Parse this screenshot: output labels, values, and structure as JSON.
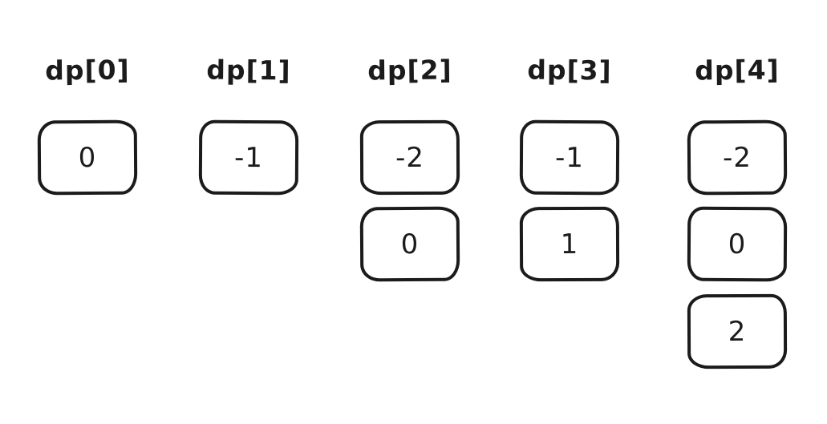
{
  "diagram": {
    "type": "dp-array-state",
    "colors": {
      "ink": "#1b1b1b",
      "background": "#ffffff"
    }
  },
  "columns": [
    {
      "label": "dp[0]",
      "values": [
        "0"
      ]
    },
    {
      "label": "dp[1]",
      "values": [
        "-1"
      ]
    },
    {
      "label": "dp[2]",
      "values": [
        "-2",
        "0"
      ]
    },
    {
      "label": "dp[3]",
      "values": [
        "-1",
        "1"
      ]
    },
    {
      "label": "dp[4]",
      "values": [
        "-2",
        "0",
        "2"
      ]
    }
  ]
}
